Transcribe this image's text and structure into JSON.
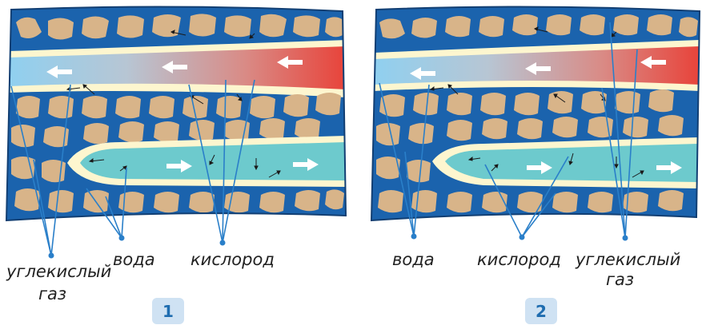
{
  "colors": {
    "tissue_blue": "#1b63ad",
    "cell_tan": "#d8b489",
    "vessel_red": "#e8433a",
    "vessel_light_blue": "#9fd3ee",
    "vessel_cyan": "#6dcacd",
    "wall_cream": "#fdf6cf",
    "pointer_line": "#2a7fc9",
    "badge_fill": "#cfe2f3",
    "badge_text": "#1f6db0"
  },
  "panels": [
    {
      "badge": "1",
      "labels": {
        "co2": [
          "углекислый",
          "газ"
        ],
        "water": "вода",
        "oxygen": "кислород"
      }
    },
    {
      "badge": "2",
      "labels": {
        "water": "вода",
        "oxygen": "кислород",
        "co2": [
          "углекислый",
          "газ"
        ]
      }
    }
  ]
}
